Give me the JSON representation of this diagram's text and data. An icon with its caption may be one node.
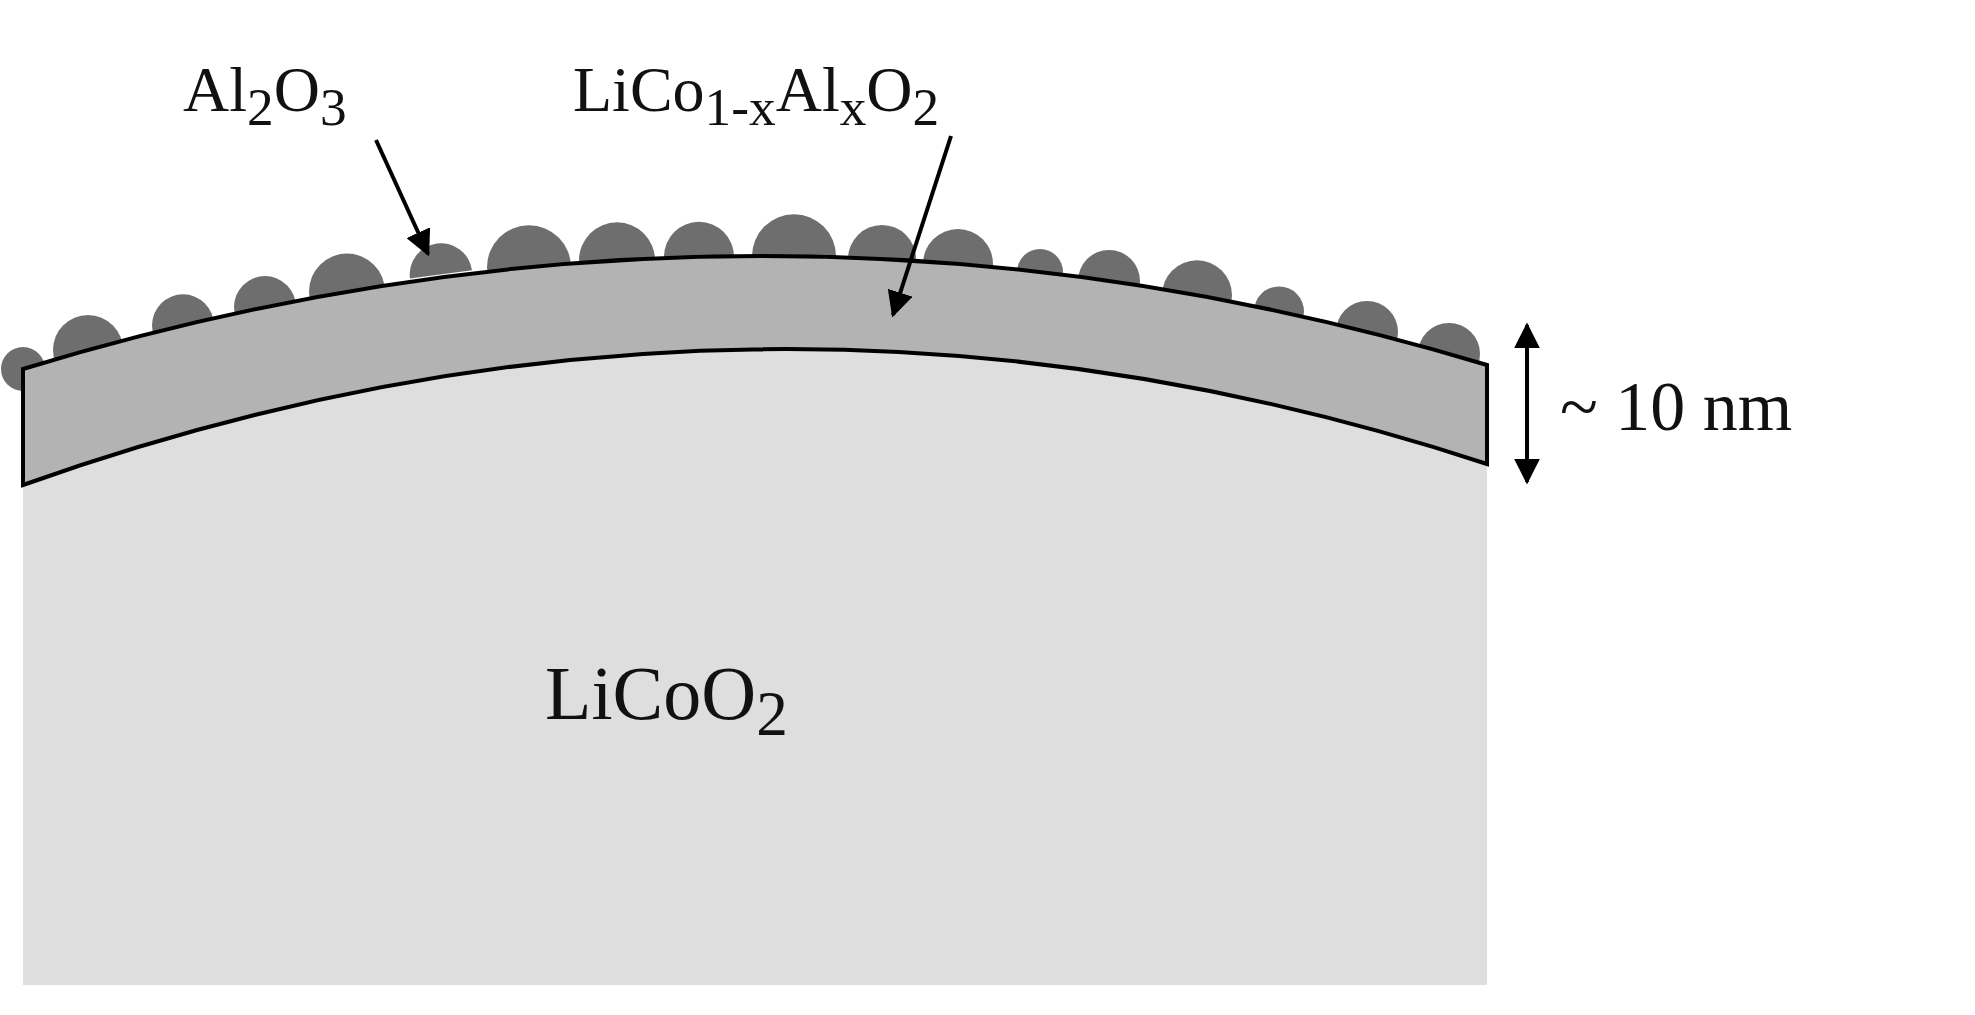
{
  "diagram": {
    "nodes": [
      {
        "text": [
          "Al$_{2}$O$_{3}$"
        ]
      },
      {
        "text": [],
        "shape": "circle"
      },
      {
        "text": [
          "LiCo$_{1-x}$Al$_{x}$O$_{2}$"
        ]
      },
      {
        "text": [],
        "shape": "band"
      },
      {
        "text": [
          "LiCoO$_{2}$"
        ]
      }
    ],
    "edges": [
      {
        "from": 0,
        "to": 1,
        "arrow": "to"
      },
      {
        "from": 2,
        "to": 3,
        "arrow": "to"
      }
    ],
    "labels": [
      "~ 10 nm"
    ]
  }
}
